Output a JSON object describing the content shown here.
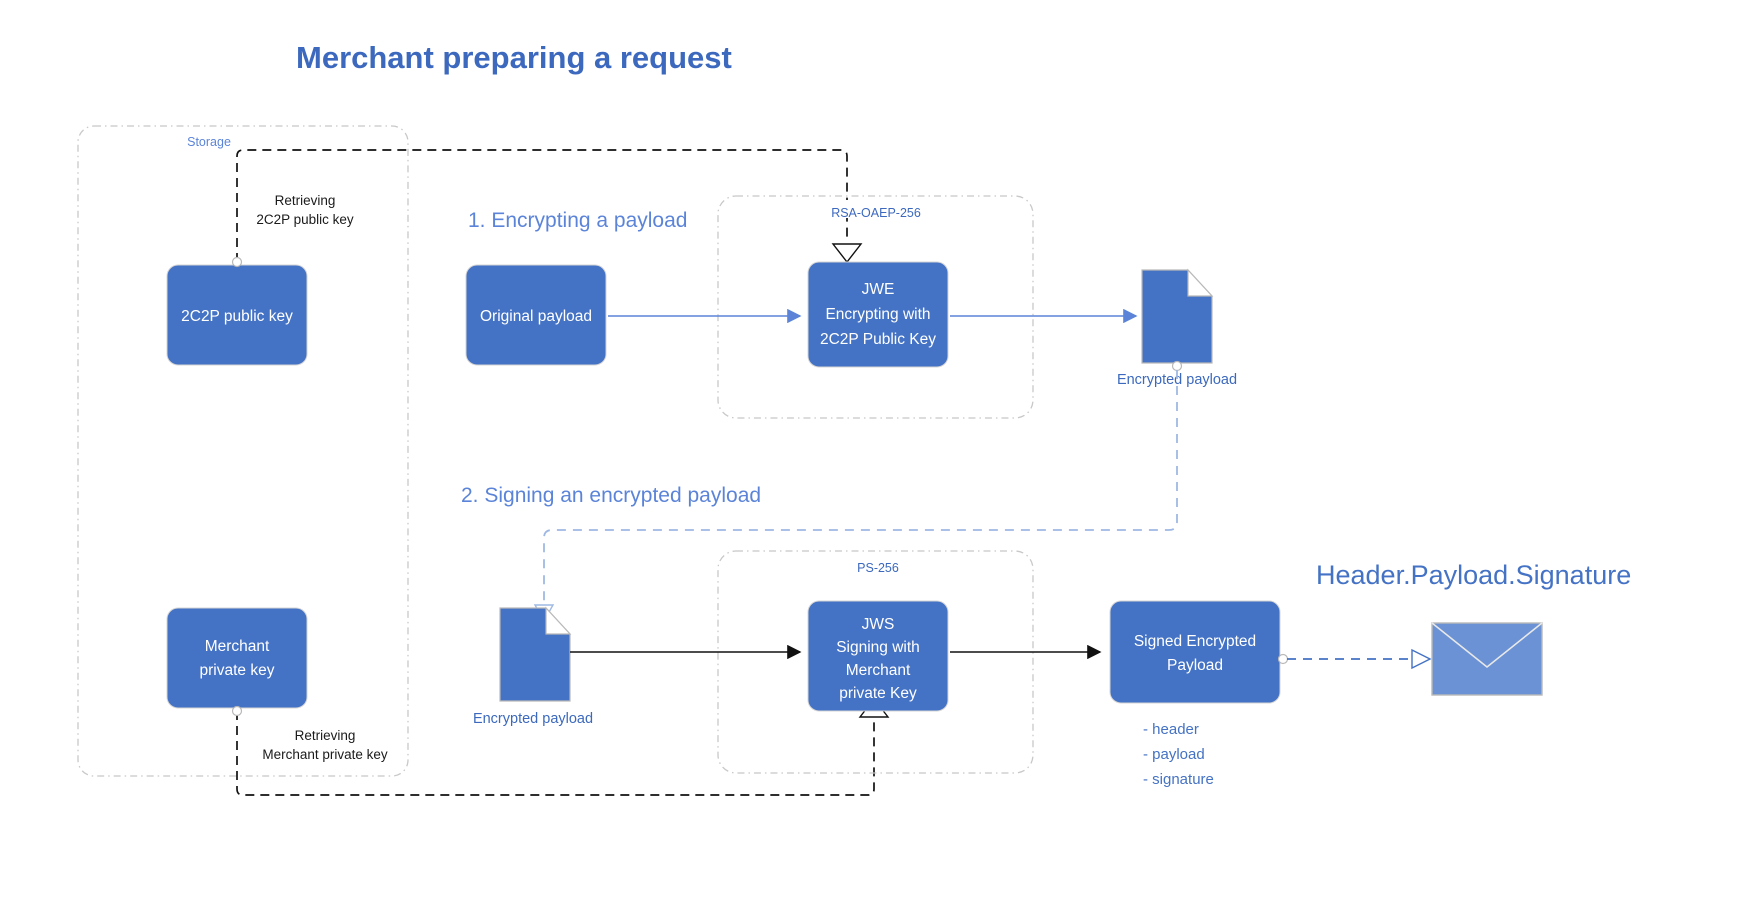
{
  "page": {
    "title": "Merchant preparing a request",
    "background": "#ffffff",
    "accent": "#4472C4",
    "section_color": "#5B84D8"
  },
  "storage": {
    "label": "Storage",
    "keys": [
      {
        "name": "2C2P public key"
      },
      {
        "name": "Merchant private key",
        "line1": "Merchant",
        "line2": "private key"
      }
    ],
    "retrieve_public": {
      "line1": "Retrieving",
      "line2": "2C2P public key"
    },
    "retrieve_private": {
      "line1": "Retrieving",
      "line2": "Merchant private key"
    }
  },
  "sections": [
    {
      "heading": "1. Encrypting a payload",
      "algorithm": "RSA-OAEP-256",
      "input": "Original payload",
      "processor": {
        "line1": "JWE",
        "line2": "Encrypting with",
        "line3": "2C2P Public Key"
      },
      "output": "Encrypted payload"
    },
    {
      "heading": "2. Signing an encrypted payload",
      "algorithm": "PS-256",
      "input": "Encrypted payload",
      "processor": {
        "line1": "JWS",
        "line2": "Signing with",
        "line3": "Merchant",
        "line4": "private Key"
      },
      "output": {
        "line1": "Signed Encrypted",
        "line2": "Payload"
      },
      "output_parts": [
        "- header",
        "- payload",
        "- signature"
      ],
      "result_label": "Header.Payload.Signature"
    }
  ]
}
